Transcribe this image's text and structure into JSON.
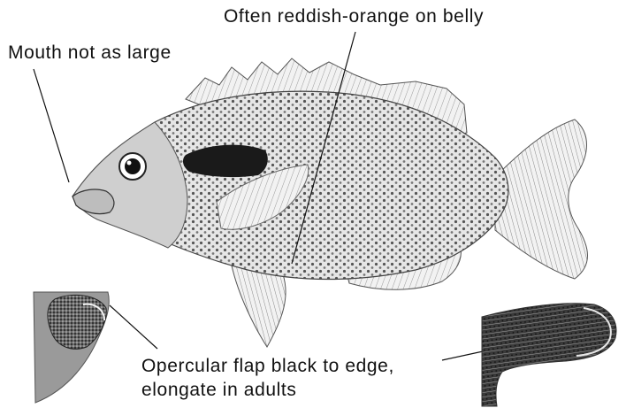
{
  "labels": {
    "belly": "Often reddish-orange on belly",
    "mouth": "Mouth not as large",
    "flap_line1": "Opercular flap black to edge,",
    "flap_line2": "elongate in adults"
  },
  "colors": {
    "ink": "#111111",
    "background": "#ffffff",
    "body_fill": "#d9d9d9",
    "dark_patch": "#1a1a1a"
  }
}
